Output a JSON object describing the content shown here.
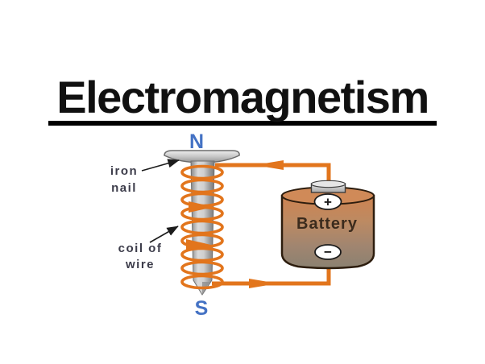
{
  "title": "Electromagnetism",
  "diagram": {
    "north_pole": "N",
    "south_pole": "S",
    "nail_label": {
      "line1": "iron",
      "line2": "nail"
    },
    "coil_label": {
      "line1": "coil of",
      "line2": "wire"
    },
    "battery": {
      "label": "Battery",
      "positive": "+",
      "negative": "−"
    }
  },
  "colors": {
    "wire": "#e2751c",
    "pole_text": "#4472c4",
    "label_text": "#3c3c4a",
    "battery_label_text": "#3b2b1d",
    "battery_top": "#cd8351",
    "battery_bottom": "#8b8171",
    "title_text": "#111111"
  }
}
